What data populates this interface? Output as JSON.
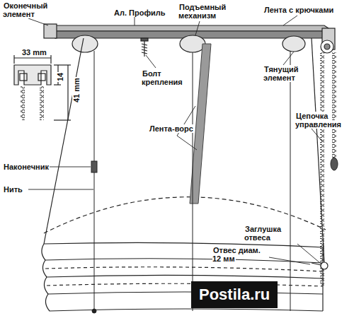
{
  "diagram": {
    "labels": [
      "Оконечный элемент",
      "Ал. Профиль",
      "Подъемный механизм",
      "Лента с крючками",
      "33 mm",
      "14",
      "41 mm",
      "Болт крепления",
      "Тянущий элемент",
      "Лента-ворс",
      "Цепочка управления",
      "Наконечник",
      "Нить",
      "Заглушка отвеса",
      "Отвес диам. 12 мм",
      "Postila.ru"
    ]
  }
}
